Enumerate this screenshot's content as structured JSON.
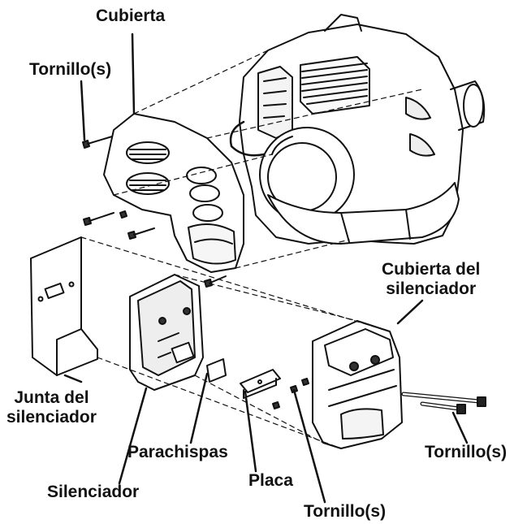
{
  "labels": {
    "cubierta": "Cubierta",
    "tornillos_top": "Tornillo(s)",
    "cubierta_silenciador_1": "Cubierta del",
    "cubierta_silenciador_2": "silenciador",
    "junta_1": "Junta del",
    "junta_2": "silenciador",
    "parachispas": "Parachispas",
    "tornillos_right": "Tornillo(s)",
    "placa": "Placa",
    "silenciador": "Silenciador",
    "tornillos_bottom": "Tornillo(s)"
  },
  "colors": {
    "line": "#111111",
    "fill_light": "#f2f2f2",
    "fill_mid": "#d9d9d9",
    "fill_dark": "#555555"
  }
}
